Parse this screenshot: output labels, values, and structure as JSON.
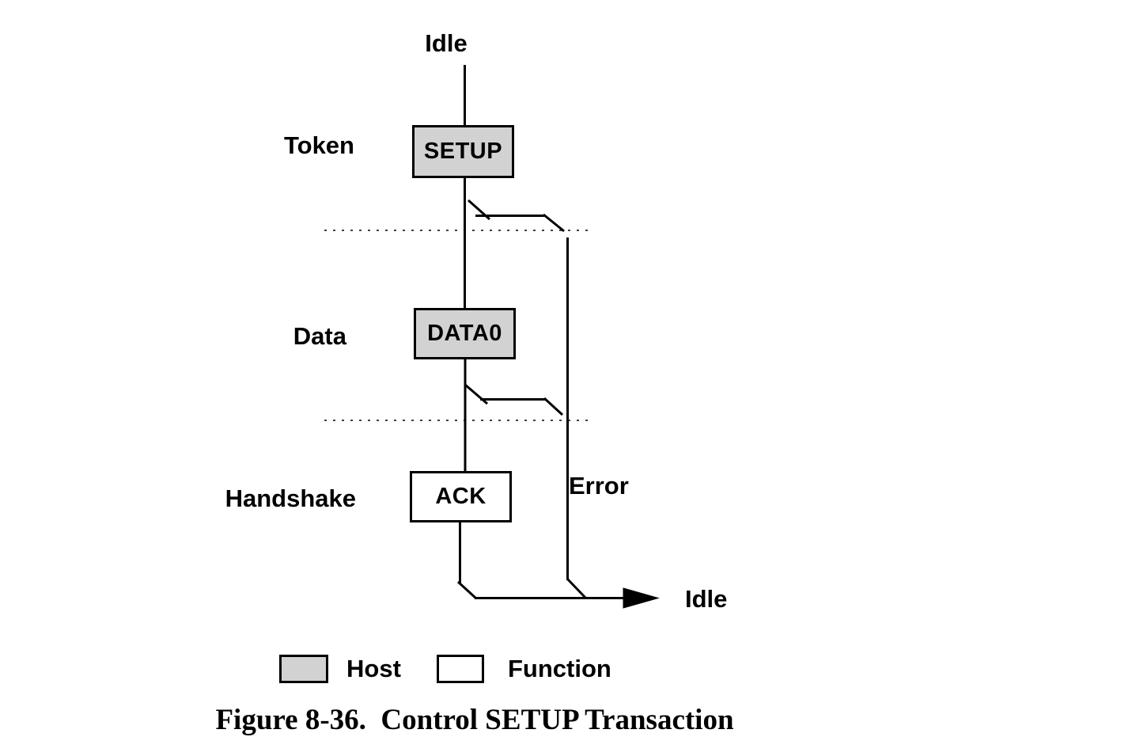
{
  "figure": {
    "caption": "Figure 8-36.  Control SETUP Transaction"
  },
  "diagram": {
    "start_label": "Idle",
    "end_label": "Idle",
    "error_label": "Error",
    "rows": [
      {
        "label": "Token",
        "packet": "SETUP",
        "source": "host"
      },
      {
        "label": "Data",
        "packet": "DATA0",
        "source": "host"
      },
      {
        "label": "Handshake",
        "packet": "ACK",
        "source": "function"
      }
    ],
    "colors": {
      "host_fill": "#d2d2d2",
      "function_fill": "#ffffff",
      "line": "#000000"
    }
  },
  "legend": {
    "host_label": "Host",
    "function_label": "Function"
  }
}
